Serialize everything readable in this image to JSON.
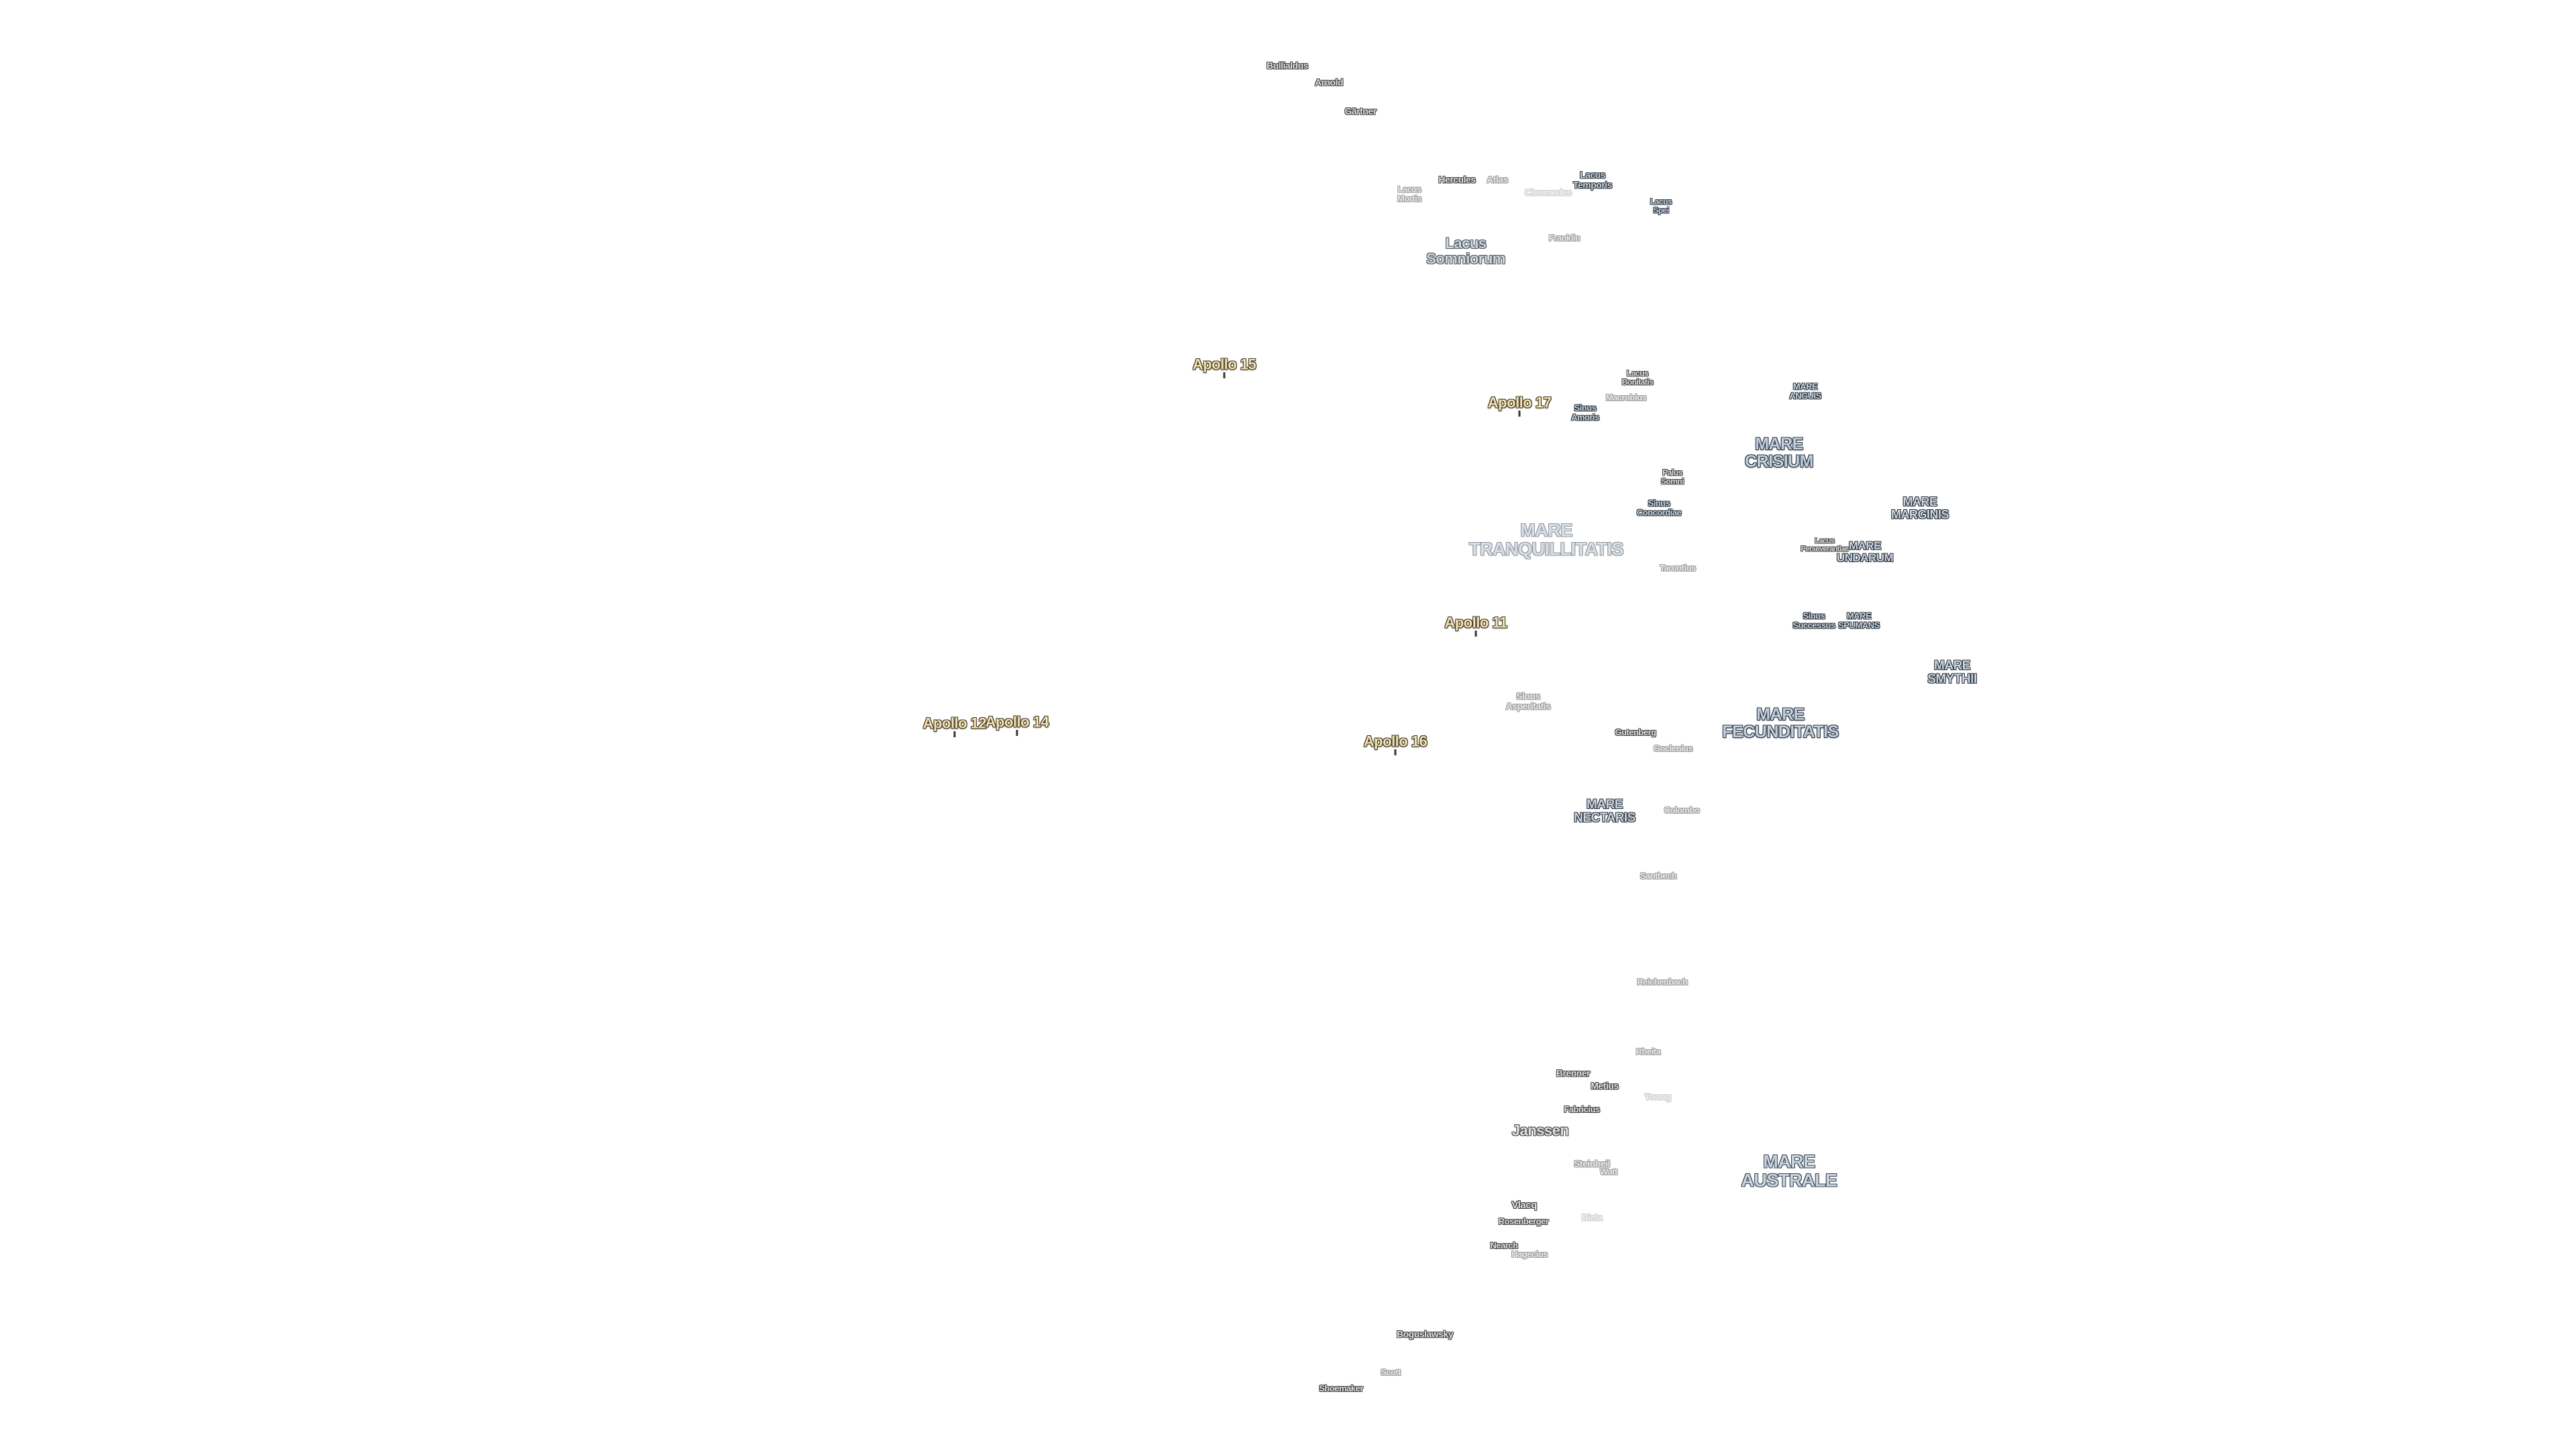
{
  "map": {
    "background": "#ffffff",
    "apollo_color": "#f4e3b0",
    "mare_color": "#c3d0dc",
    "crater_color": "#e2e2e2",
    "apollo_sites": [
      {
        "id": "apollo-15",
        "label": "Apollo 15"
      },
      {
        "id": "apollo-17",
        "label": "Apollo 17"
      },
      {
        "id": "apollo-11",
        "label": "Apollo 11"
      },
      {
        "id": "apollo-12",
        "label": "Apollo 12"
      },
      {
        "id": "apollo-14",
        "label": "Apollo 14"
      },
      {
        "id": "apollo-16",
        "label": "Apollo 16"
      }
    ],
    "maria": [
      {
        "id": "mare-tranquillitatis",
        "label": "MARE\nTRANQUILLITATIS"
      },
      {
        "id": "mare-crisium",
        "label": "MARE\nCRISIUM"
      },
      {
        "id": "mare-fecunditatis",
        "label": "MARE\nFECUNDITATIS"
      },
      {
        "id": "mare-australe",
        "label": "MARE\nAUSTRALE"
      },
      {
        "id": "mare-nectaris",
        "label": "MARE\nNECTARIS"
      },
      {
        "id": "mare-marginis",
        "label": "MARE\nMARGINIS"
      },
      {
        "id": "mare-smythii",
        "label": "MARE\nSMYTHII"
      },
      {
        "id": "mare-undarum",
        "label": "MARE\nUNDARUM"
      },
      {
        "id": "mare-anguis",
        "label": "MARE\nANGUIS"
      },
      {
        "id": "mare-spumans",
        "label": "MARE\nSPUMANS"
      }
    ],
    "lacus_sinus": [
      {
        "id": "lacus-somniorum",
        "label": "Lacus\nSomniorum"
      },
      {
        "id": "lacus-temporis",
        "label": "Lacus\nTemporis"
      },
      {
        "id": "lacus-spei",
        "label": "Lacus\nSpei"
      },
      {
        "id": "lacus-mortis",
        "label": "Lacus\nMortis"
      },
      {
        "id": "lacus-bonitatis",
        "label": "Lacus\nBonitatis"
      },
      {
        "id": "sinus-amoris",
        "label": "Sinus\nAmoris"
      },
      {
        "id": "palus-somni",
        "label": "Palus\nSomni"
      },
      {
        "id": "sinus-concordiae",
        "label": "Sinus\nConcordiae"
      },
      {
        "id": "lacus-perseverantiae",
        "label": "Lacus\nPerseverantiae"
      },
      {
        "id": "sinus-successus",
        "label": "Sinus\nSuccessus"
      },
      {
        "id": "sinus-asperitatis",
        "label": "Sinus\nAsperitatis"
      }
    ],
    "craters": [
      {
        "id": "bullialdus",
        "label": "Bullialdus"
      },
      {
        "id": "arnold",
        "label": "Arnold"
      },
      {
        "id": "gartner",
        "label": "Gärtner"
      },
      {
        "id": "hercules",
        "label": "Hercules"
      },
      {
        "id": "atlas",
        "label": "Atlas"
      },
      {
        "id": "cleomedes",
        "label": "Cleomedes"
      },
      {
        "id": "franklin",
        "label": "Franklin"
      },
      {
        "id": "macrobius",
        "label": "Macrobius"
      },
      {
        "id": "taruntius",
        "label": "Taruntius"
      },
      {
        "id": "gutenberg",
        "label": "Gutenberg"
      },
      {
        "id": "goclenius",
        "label": "Goclenius"
      },
      {
        "id": "colombo",
        "label": "Colombo"
      },
      {
        "id": "santbech",
        "label": "Santbech"
      },
      {
        "id": "reichenbach",
        "label": "Reichenbach"
      },
      {
        "id": "rheita",
        "label": "Rheita"
      },
      {
        "id": "brenner",
        "label": "Brenner"
      },
      {
        "id": "metius",
        "label": "Metius"
      },
      {
        "id": "young",
        "label": "Young"
      },
      {
        "id": "fabricius",
        "label": "Fabricius"
      },
      {
        "id": "janssen",
        "label": "Janssen"
      },
      {
        "id": "steinheil",
        "label": "Steinheil"
      },
      {
        "id": "watt",
        "label": "Watt"
      },
      {
        "id": "vlacq",
        "label": "Vlacq"
      },
      {
        "id": "rosenberger",
        "label": "Rosenberger"
      },
      {
        "id": "biela",
        "label": "Biela"
      },
      {
        "id": "nearch",
        "label": "Nearch"
      },
      {
        "id": "hagecius",
        "label": "Hagecius"
      },
      {
        "id": "boguslawsky",
        "label": "Boguslawsky"
      },
      {
        "id": "scott",
        "label": "Scott"
      },
      {
        "id": "shoemaker",
        "label": "Shoemaker"
      }
    ]
  }
}
